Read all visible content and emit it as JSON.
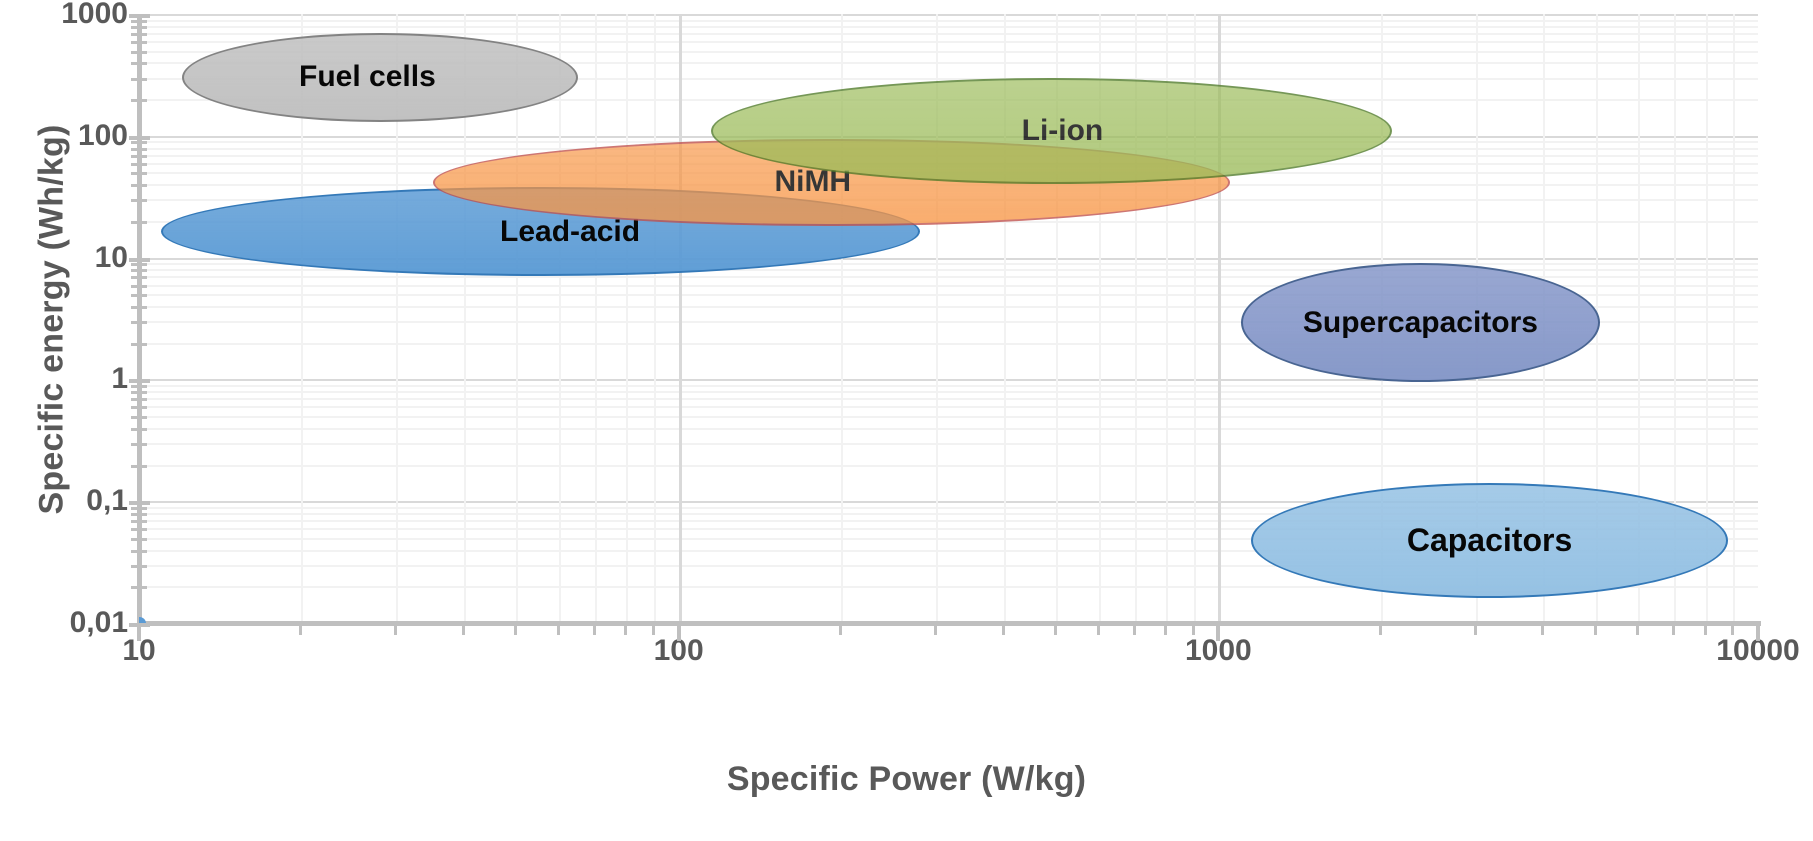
{
  "chart_data": {
    "type": "scatter",
    "title": "",
    "xlabel": "Specific Power (W/kg)",
    "ylabel": "Specific energy (Wh/kg)",
    "xscale": "log",
    "yscale": "log",
    "xlim": [
      10,
      10000
    ],
    "ylim": [
      0.01,
      1000
    ],
    "grid": true,
    "legend": "none",
    "xticks": [
      "10",
      "100",
      "1000",
      "10000"
    ],
    "xtick_values": [
      10,
      100,
      1000,
      10000
    ],
    "yticks": [
      "1000",
      "100",
      "10",
      "1",
      "0,1",
      "0,01"
    ],
    "ytick_values": [
      1000,
      100,
      10,
      1,
      0.1,
      0.01
    ],
    "decimal_separator": ",",
    "regions": [
      {
        "name": "Fuel cells",
        "label": "Fuel cells",
        "fill": "#bfbfbf",
        "stroke": "#7f7f7f",
        "label_color": "#000000",
        "label_size": 30,
        "x_range": [
          12,
          65
        ],
        "y_range": [
          130,
          700
        ],
        "center": [
          28,
          300
        ],
        "label_offset_x": -0.09,
        "label_offset_y": 0.0
      },
      {
        "name": "Li-ion",
        "label": "Li-ion",
        "fill": "#9bbb59",
        "stroke": "#4f7a28",
        "label_color": "#000000",
        "label_size": 30,
        "x_range": [
          115,
          2100
        ],
        "y_range": [
          40,
          300
        ],
        "center": [
          490,
          110
        ],
        "label_offset_x": 0.13,
        "label_offset_y": 0.0
      },
      {
        "name": "NiMH",
        "label": "NiMH",
        "fill": "#f79646",
        "stroke": "#c0504d",
        "label_color": "#000000",
        "label_size": 30,
        "x_range": [
          35,
          1050
        ],
        "y_range": [
          18,
          95
        ],
        "center": [
          190,
          42
        ],
        "label_offset_x": -0.24,
        "label_offset_y": 0.0
      },
      {
        "name": "Lead-acid",
        "label": "Lead-acid",
        "fill": "#5b9bd5",
        "stroke": "#2e75b6",
        "label_color": "#000000",
        "label_size": 30,
        "x_range": [
          11,
          280
        ],
        "y_range": [
          7,
          38
        ],
        "center": [
          56,
          17
        ],
        "label_offset_x": 0.21,
        "label_offset_y": 0.0
      },
      {
        "name": "Supercapacitors",
        "label": "Supercapacitors",
        "fill": "#8496c8",
        "stroke": "#3f5striped",
        "label_color": "#000000",
        "label_size": 30,
        "x_range": [
          1100,
          5100
        ],
        "y_range": [
          0.95,
          9
        ],
        "center": [
          2350,
          2.9
        ],
        "label_offset_x": 0.0,
        "label_offset_y": 0.0
      },
      {
        "name": "Capacitors",
        "label": "Capacitors",
        "fill": "#93c0e3",
        "stroke": "#2e75b6",
        "label_color": "#000000",
        "label_size": 32,
        "x_range": [
          1150,
          8800
        ],
        "y_range": [
          0.016,
          0.14
        ],
        "center": [
          3200,
          0.047
        ],
        "label_offset_x": 0.0,
        "label_offset_y": 0.0
      }
    ],
    "origin_marker": {
      "x": 10,
      "y": 0.01,
      "color": "#5b9bd5"
    }
  },
  "axes": {
    "x_title": "Specific Power (W/kg)",
    "y_title": "Specific energy (Wh/kg)",
    "tick_color": "#595959"
  }
}
